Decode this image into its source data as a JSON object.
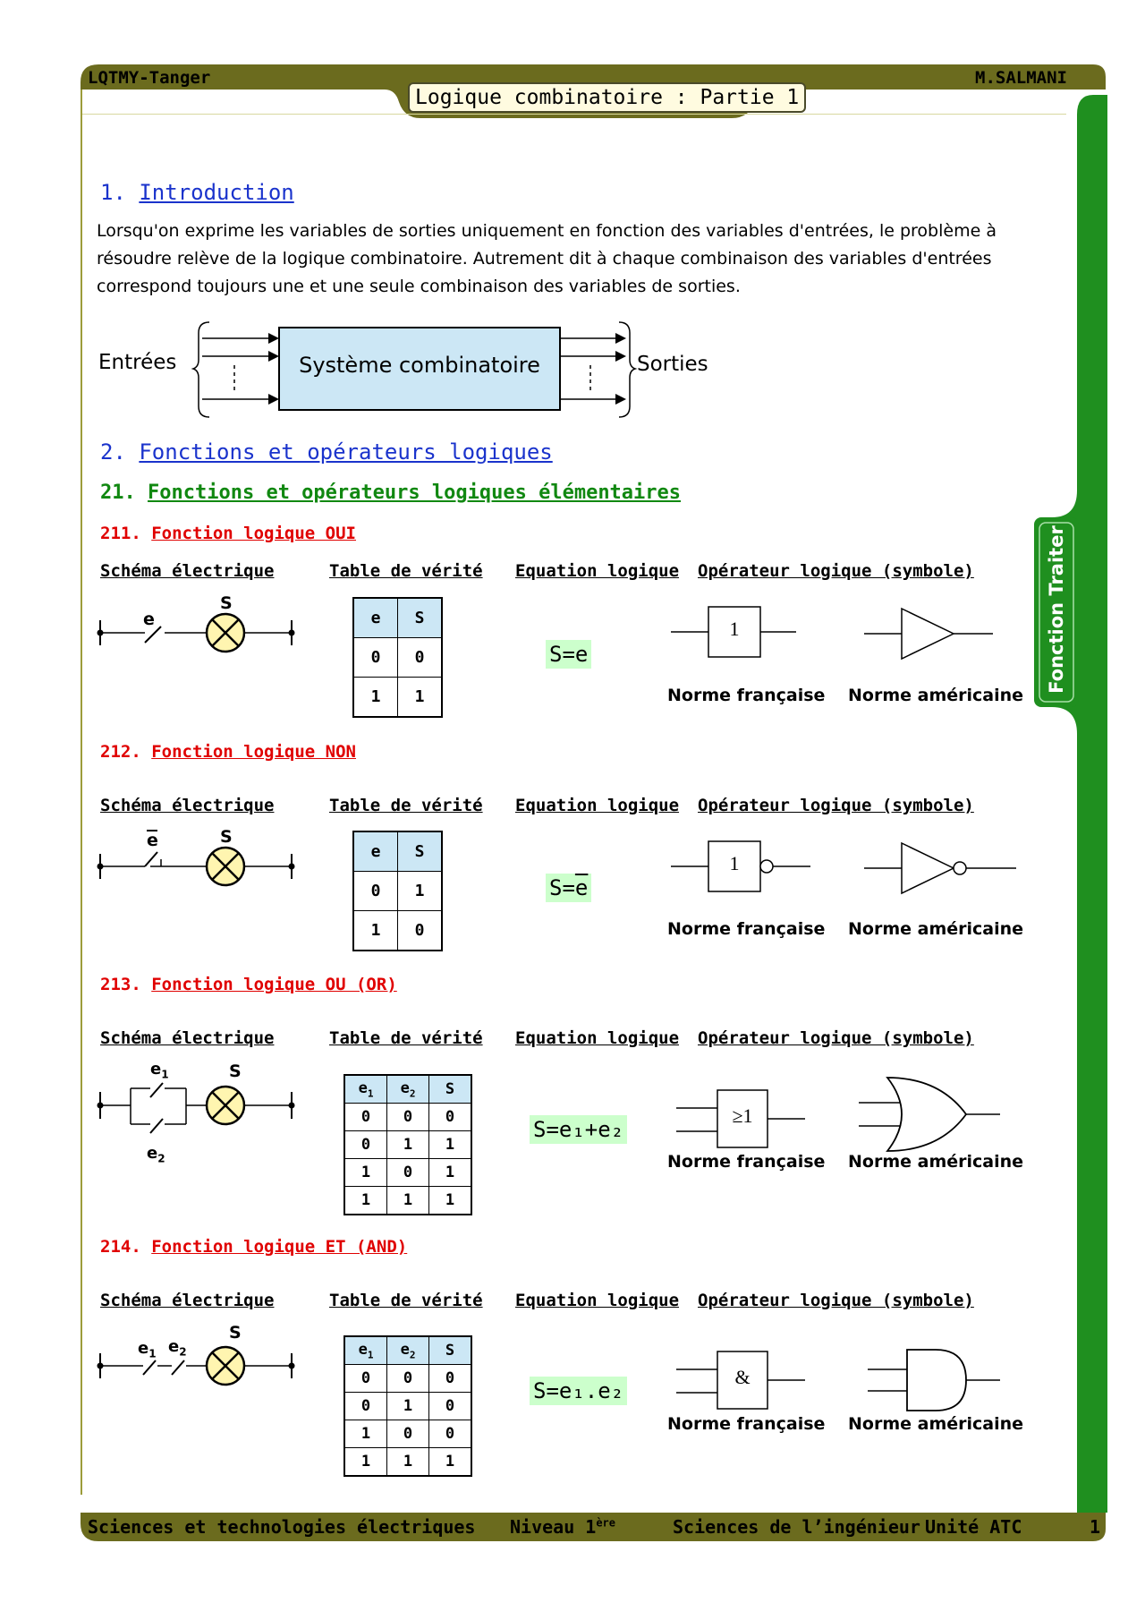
{
  "header": {
    "left": "LQTMY-Tanger",
    "title": "Logique combinatoire : Partie 1",
    "right": "M.SALMANI"
  },
  "side_tab": {
    "label": "Fonction Traiter"
  },
  "section1": {
    "number": "1.",
    "title": "Introduction",
    "paragraph": "Lorsqu'on exprime les variables de sorties uniquement en fonction des variables d'entrées, le problème à résoudre relève de la logique combinatoire. Autrement dit à chaque combinaison des variables d'entrées correspond toujours une et une seule combinaison des variables de sorties."
  },
  "diagram": {
    "inputs_label": "Entrées",
    "system_label": "Système combinatoire",
    "outputs_label": "Sorties"
  },
  "section2": {
    "number": "2.",
    "title": "Fonctions et opérateurs logiques"
  },
  "section21": {
    "number": "21.",
    "title": "Fonctions et opérateurs logiques élémentaires"
  },
  "columns": {
    "schema": "Schéma électrique",
    "table": "Table de vérité",
    "equation": "Equation logique",
    "operateur": "Opérateur logique (symbole)",
    "norme_fr": "Norme française",
    "norme_us": "Norme américaine"
  },
  "functions": [
    {
      "number": "211.",
      "title": "Fonction logique OUI",
      "lamp_label": "S",
      "switch_label": "e",
      "table_header": [
        "e",
        "S"
      ],
      "table_rows": [
        [
          "0",
          "0"
        ],
        [
          "1",
          "1"
        ]
      ],
      "equation": "S=e",
      "gate_symbol_fr": "1"
    },
    {
      "number": "212.",
      "title": "Fonction logique NON",
      "lamp_label": "S",
      "switch_label": "e",
      "table_header": [
        "e",
        "S"
      ],
      "table_rows": [
        [
          "0",
          "1"
        ],
        [
          "1",
          "0"
        ]
      ],
      "equation_left": "S=",
      "equation_var": "e",
      "gate_symbol_fr": "1"
    },
    {
      "number": "213.",
      "title": "Fonction logique OU (OR)",
      "lamp_label": "S",
      "switch1_label": "e",
      "switch2_label": "e",
      "table_header": [
        "e1",
        "e2",
        "S"
      ],
      "table_rows": [
        [
          "0",
          "0",
          "0"
        ],
        [
          "0",
          "1",
          "1"
        ],
        [
          "1",
          "0",
          "1"
        ],
        [
          "1",
          "1",
          "1"
        ]
      ],
      "equation": "S=e₁+e₂",
      "gate_symbol_fr": "≥1"
    },
    {
      "number": "214.",
      "title": "Fonction logique ET (AND)",
      "lamp_label": "S",
      "switch1_label": "e",
      "switch2_label": "e",
      "table_header": [
        "e1",
        "e2",
        "S"
      ],
      "table_rows": [
        [
          "0",
          "0",
          "0"
        ],
        [
          "0",
          "1",
          "0"
        ],
        [
          "1",
          "0",
          "0"
        ],
        [
          "1",
          "1",
          "1"
        ]
      ],
      "equation": "S=e₁.e₂",
      "gate_symbol_fr": "&"
    }
  ],
  "footer": {
    "left": "Sciences et technologies électriques",
    "level": "Niveau 1",
    "level_sup": "ère",
    "middle": "Sciences de l’ingénieur",
    "unit": "Unité ATC",
    "page": "1"
  },
  "colors": {
    "frame": "#6b6b1e",
    "side_tab": "#1f8f1f",
    "h1": "#1a33cc",
    "h2": "#118811",
    "h3": "#e00000",
    "table_header": "#cce7f5",
    "equation_bg": "#ccffcc",
    "lamp": "#fff5b0"
  }
}
